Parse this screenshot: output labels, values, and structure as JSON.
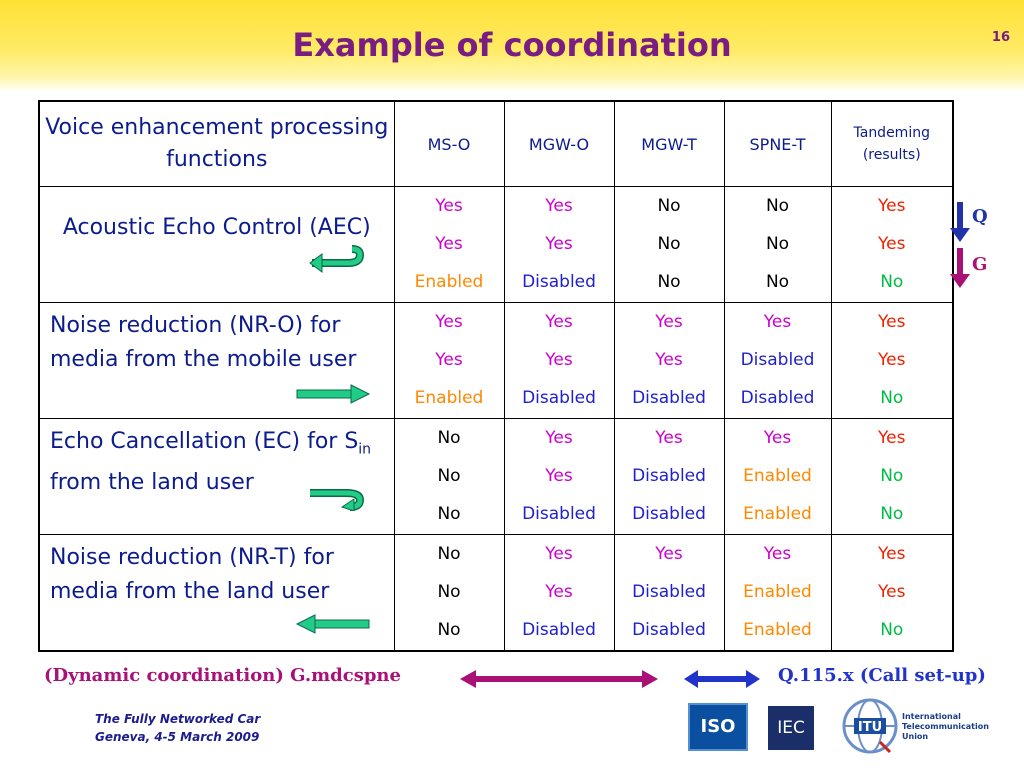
{
  "header": {
    "title": "Example of coordination",
    "slide_number": "16"
  },
  "table": {
    "header": {
      "label": "Voice enhancement processing functions",
      "columns": [
        "MS-O",
        "MGW-O",
        "MGW-T",
        "SPNE-T",
        "Tandeming (results)"
      ]
    },
    "rows": [
      {
        "label": "Acoustic Echo Control (AEC)",
        "values": [
          [
            "Yes",
            "Yes",
            "Enabled"
          ],
          [
            "Yes",
            "Yes",
            "Disabled"
          ],
          [
            "No",
            "No",
            "No"
          ],
          [
            "No",
            "No",
            "No"
          ],
          [
            "Yes",
            "Yes",
            "No"
          ]
        ]
      },
      {
        "label": "Noise reduction (NR-O) for media from the mobile user",
        "values": [
          [
            "Yes",
            "Yes",
            "Enabled"
          ],
          [
            "Yes",
            "Yes",
            "Disabled"
          ],
          [
            "Yes",
            "Yes",
            "Disabled"
          ],
          [
            "Yes",
            "Disabled",
            "Disabled"
          ],
          [
            "Yes",
            "Yes",
            "No"
          ]
        ]
      },
      {
        "label_pre": "Echo Cancellation (EC) for S",
        "label_sub": "in",
        "label_post": " from the land user",
        "values": [
          [
            "No",
            "No",
            "No"
          ],
          [
            "Yes",
            "Yes",
            "Disabled"
          ],
          [
            "Yes",
            "Disabled",
            "Disabled"
          ],
          [
            "Yes",
            "Enabled",
            "Enabled"
          ],
          [
            "Yes",
            "No",
            "No"
          ]
        ]
      },
      {
        "label": "Noise reduction (NR-T) for media from the land user",
        "values": [
          [
            "No",
            "No",
            "No"
          ],
          [
            "Yes",
            "Yes",
            "Disabled"
          ],
          [
            "Yes",
            "Disabled",
            "Disabled"
          ],
          [
            "Yes",
            "Enabled",
            "Enabled"
          ],
          [
            "Yes",
            "Yes",
            "No"
          ]
        ]
      }
    ]
  },
  "side_labels": {
    "q": "Q",
    "g": "G"
  },
  "bottom": {
    "dynamic_label": "(Dynamic coordination)  G.mdcspne",
    "call_setup_label": "Q.115.x (Call set-up)"
  },
  "footer": {
    "line1": "The Fully Networked Car",
    "line2": "Geneva, 4-5 March 2009"
  },
  "logos": {
    "iso": "ISO",
    "iec": "IEC",
    "itu_text": [
      "International",
      "Telecommunication",
      "Union"
    ]
  },
  "colors": {
    "title": "#7a1d82",
    "text_blue": "#0c1c8c",
    "yes": "#cc00cc",
    "enabled": "#ff8800",
    "disabled": "#2020cc",
    "tandem_yes": "#ee2200",
    "tandem_no": "#00bb44",
    "arrow_green": "#22cc88",
    "arrow_purple": "#aa1177",
    "arrow_blue": "#2233cc"
  }
}
